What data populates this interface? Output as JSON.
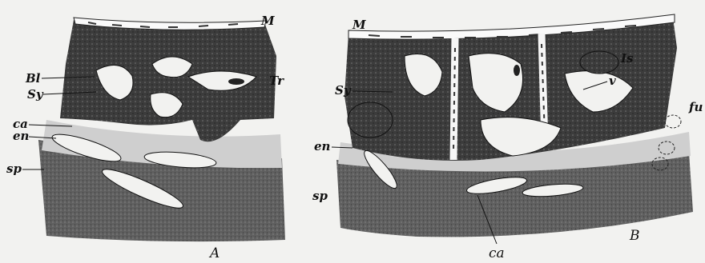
{
  "panels": [
    {
      "id": "A",
      "caption": "A",
      "labels": {
        "M": "M",
        "Bl": "Bl",
        "Sy": "Sy",
        "Tr": "Tr",
        "ca": "ca",
        "en": "en",
        "sp": "sp"
      }
    },
    {
      "id": "B",
      "caption": "B",
      "labels": {
        "M": "M",
        "Is": "Is",
        "Sy": "Sy",
        "v": "v",
        "fu": "fu",
        "en": "en",
        "sp": "sp",
        "ca": "ca"
      }
    }
  ],
  "colors": {
    "background": "#f2f2f0",
    "dark_tissue": "#3a3a3a",
    "deep_layer": "#5e5e5e",
    "pale_layer": "#cfcfcf",
    "ink": "#111111"
  }
}
